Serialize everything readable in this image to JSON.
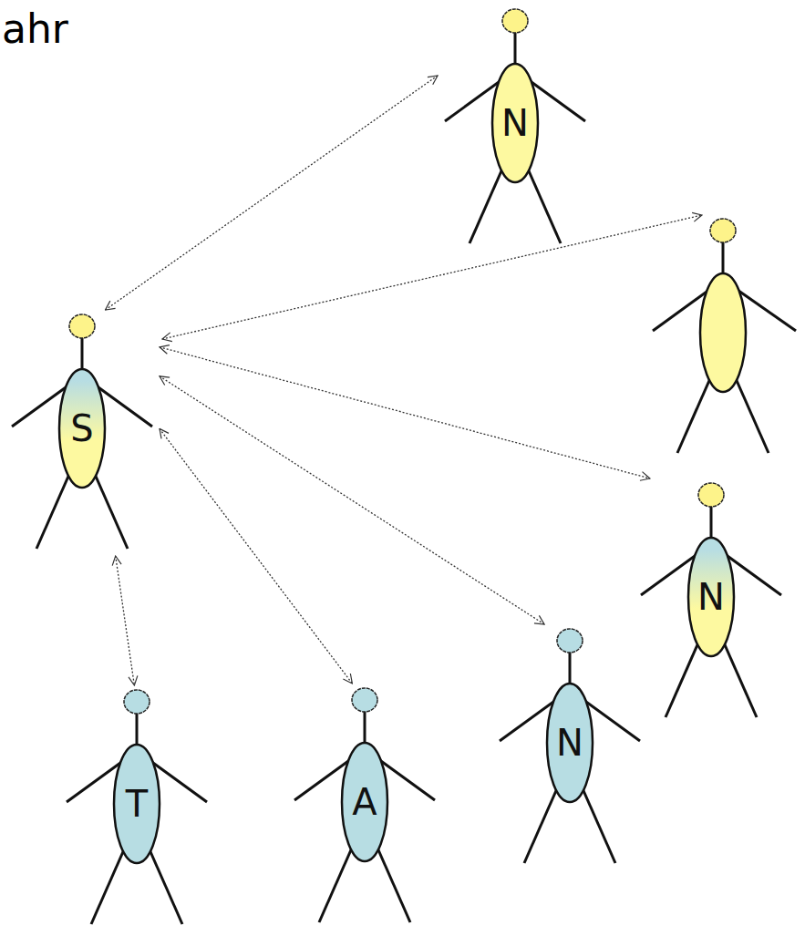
{
  "diagram": {
    "nodes": [
      {
        "text": [
          "N"
        ]
      },
      {
        "text": [
          "S"
        ]
      },
      {
        "text": [
          "N"
        ]
      },
      {
        "text": [
          "T"
        ]
      },
      {
        "text": [
          "A"
        ]
      },
      {
        "text": [
          "N"
        ]
      }
    ],
    "edges": [
      {
        "from": 1,
        "to": 0,
        "arrow": "both"
      },
      {
        "from": 1,
        "to": 2,
        "arrow": "both"
      },
      {
        "from": 1,
        "to": 3,
        "arrow": "both"
      },
      {
        "from": 1,
        "to": 4,
        "arrow": "both"
      },
      {
        "from": 1,
        "to": 5,
        "arrow": "both"
      }
    ],
    "labels": [
      "ahr"
    ]
  }
}
